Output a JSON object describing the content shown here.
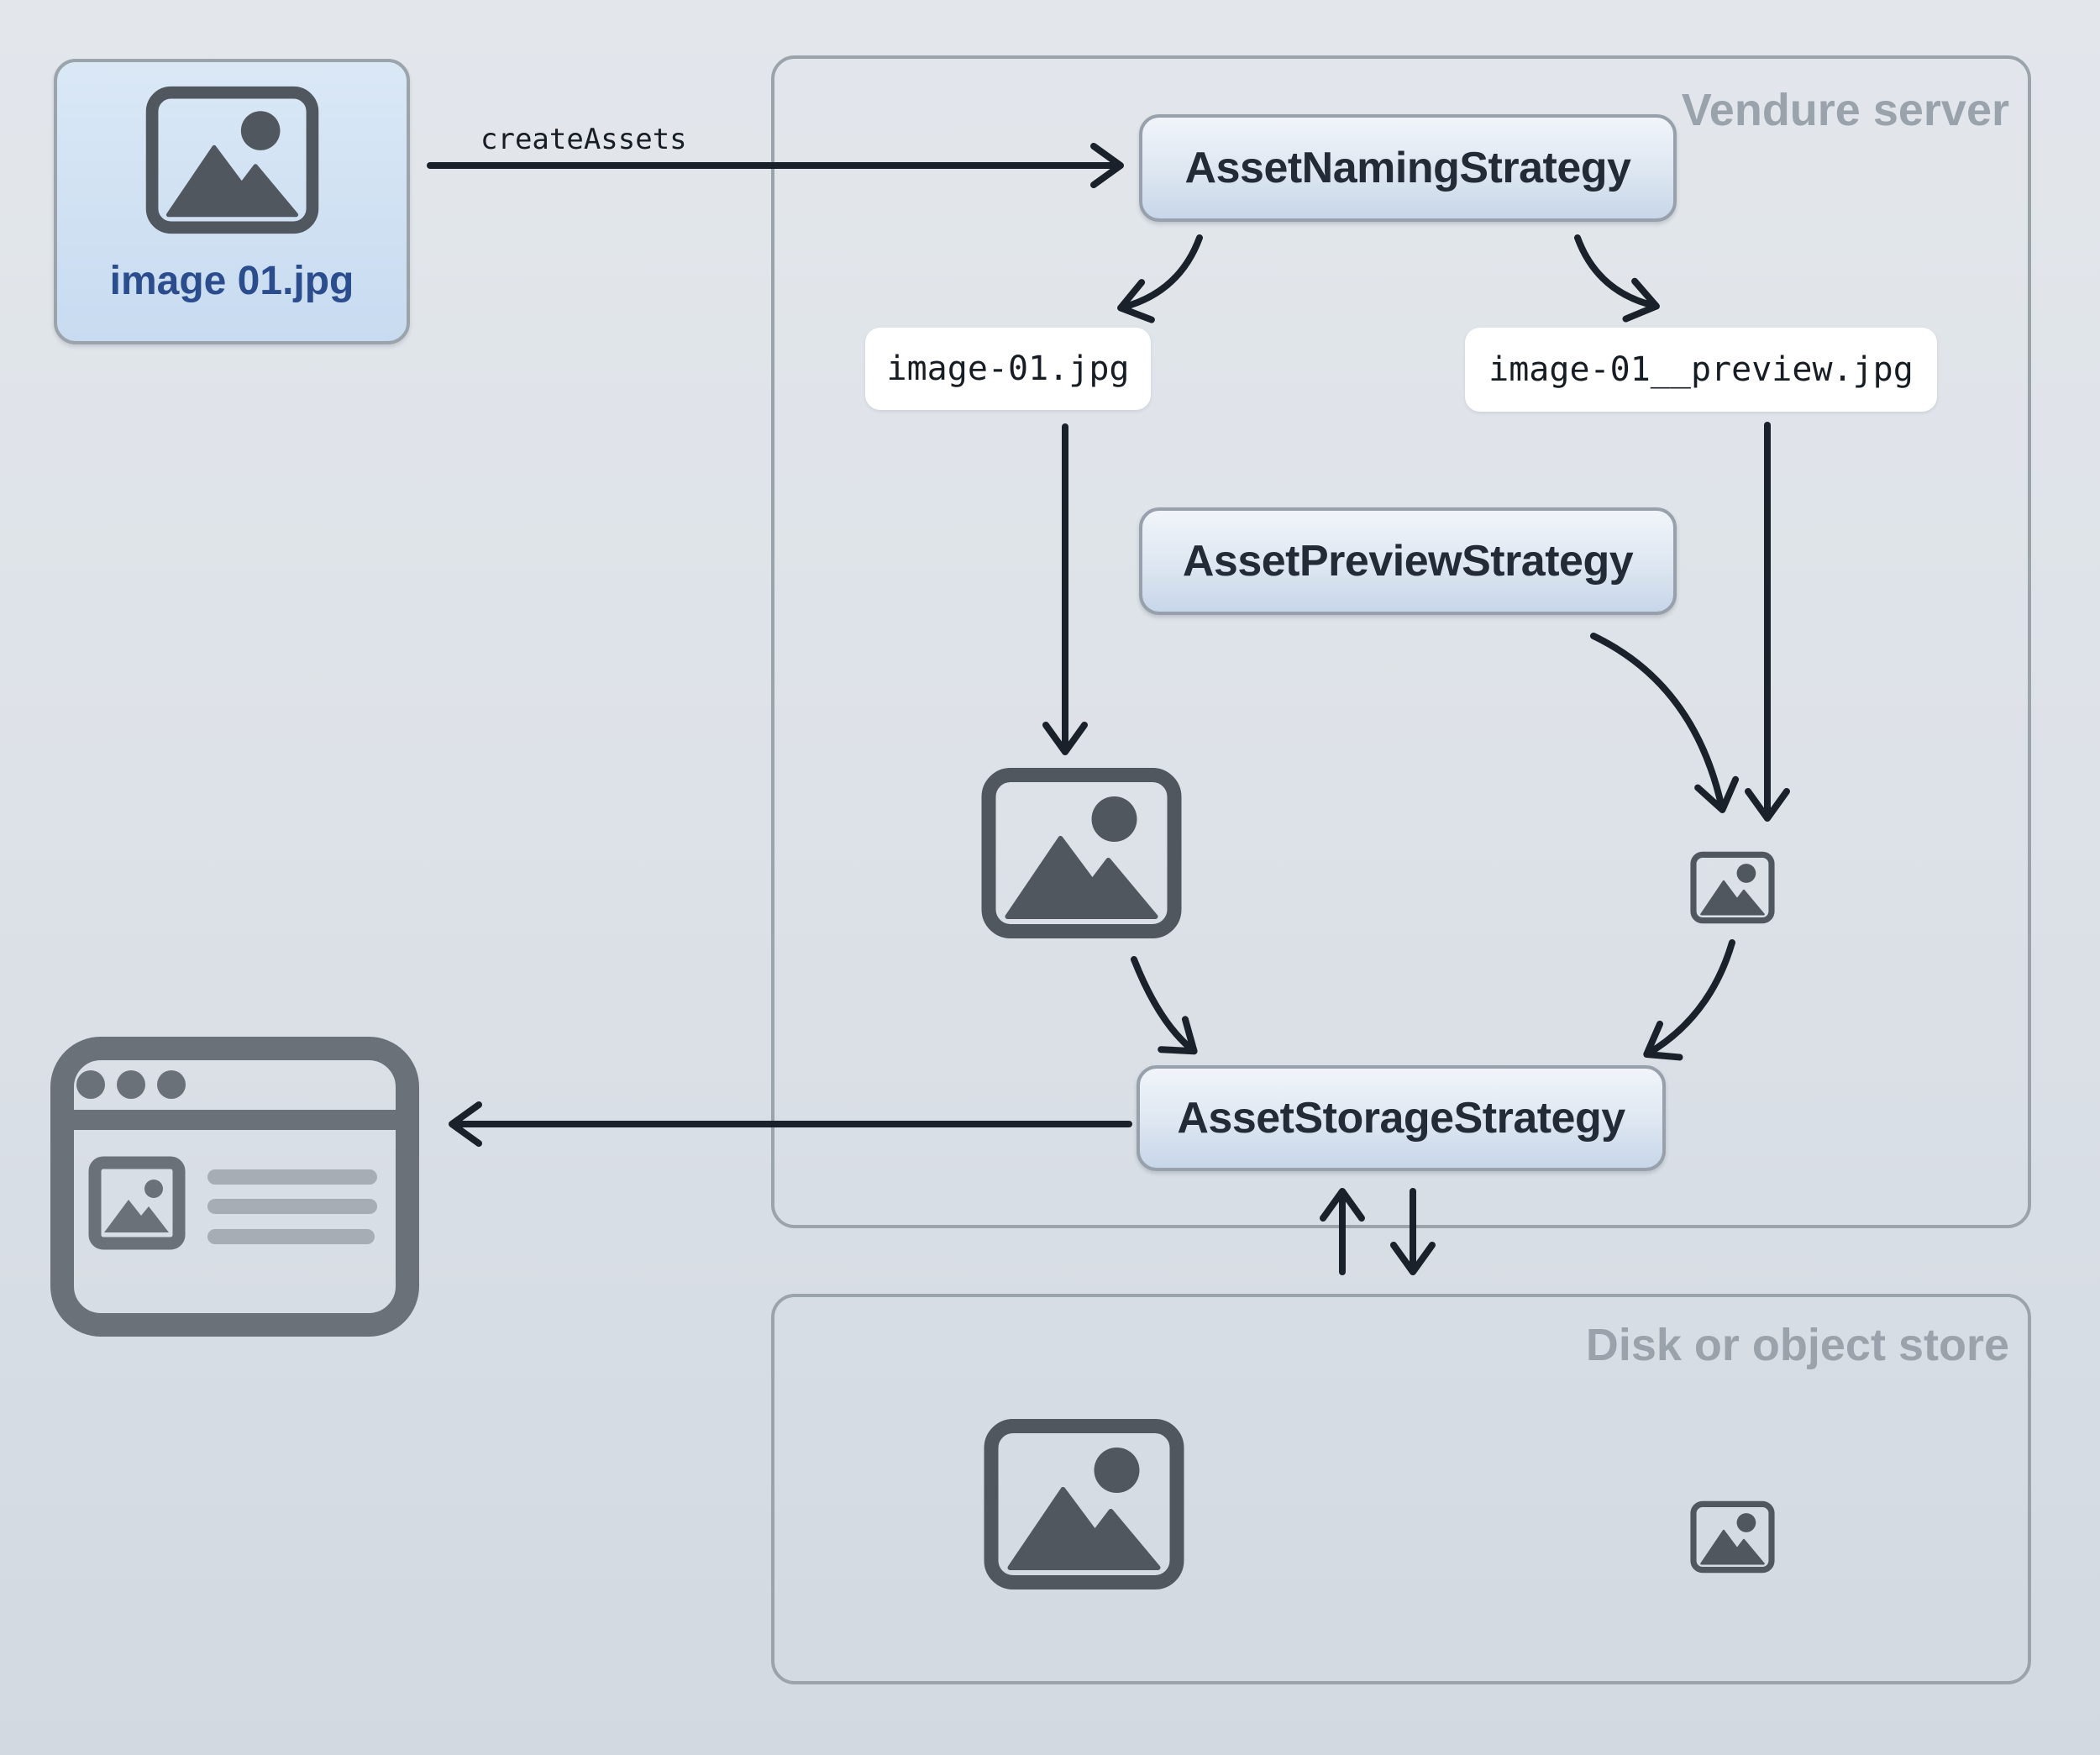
{
  "source_asset": {
    "filename_label": "image 01.jpg"
  },
  "upload_flow": {
    "arrow_label": "createAssets"
  },
  "vendure_server": {
    "title": "Vendure server",
    "buttons": {
      "naming": "AssetNamingStrategy",
      "preview": "AssetPreviewStrategy",
      "storage": "AssetStorageStrategy"
    },
    "generated_files": {
      "original": "image-01.jpg",
      "preview": "image-01__preview.jpg"
    }
  },
  "disk_store": {
    "title": "Disk or object store"
  },
  "icons": {
    "source": "image-placeholder-icon",
    "vendure_original": "image-placeholder-icon-large",
    "vendure_preview": "image-placeholder-icon-small",
    "disk_original": "image-placeholder-icon-large",
    "disk_preview": "image-placeholder-icon-small",
    "browser": "browser-window-icon"
  },
  "colors": {
    "page_bg_top": "#e3e7ec",
    "page_bg_bottom": "#d2d9e1",
    "container_border": "#9ba3ab",
    "container_title": "#9aa2ab",
    "button_border": "#98a1ab",
    "button_bg_top": "#f1f5fa",
    "button_bg_bottom": "#c7d6e9",
    "button_text": "#222b36",
    "file_box_top": "#dae8f6",
    "file_box_bottom": "#c8dbf0",
    "file_box_text": "#2b4d8d",
    "code_bg": "#ffffff",
    "code_text": "#171d24",
    "arrow": "#1b212a",
    "icon_gray": "#51575e",
    "browser_gray": "#6b7178",
    "browser_line": "#a7adb4"
  }
}
